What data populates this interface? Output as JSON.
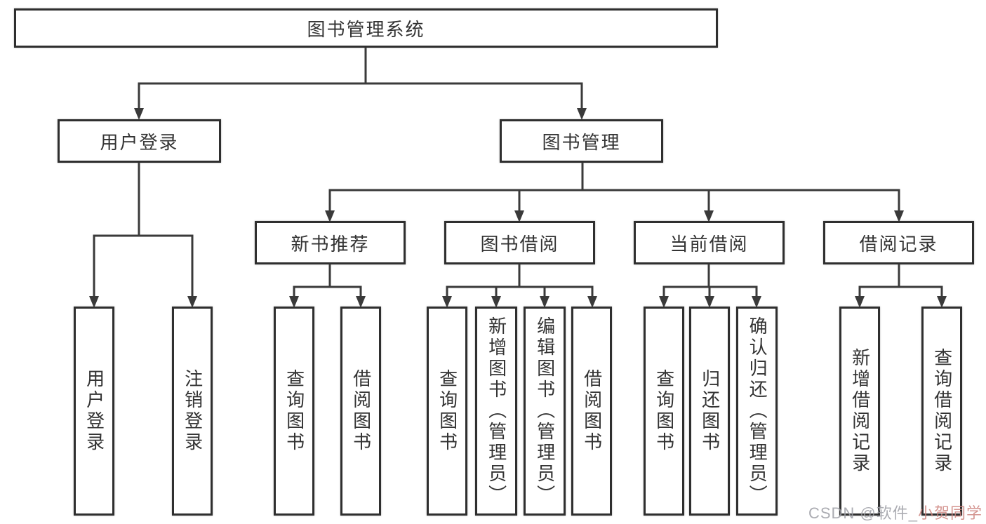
{
  "tree": {
    "root": {
      "label": "图书管理系统"
    },
    "children": [
      {
        "label": "用户登录",
        "children": [
          {
            "label": "用户登录"
          },
          {
            "label": "注销登录"
          }
        ]
      },
      {
        "label": "图书管理",
        "children": [
          {
            "label": "新书推荐",
            "children": [
              {
                "label": "查询图书"
              },
              {
                "label": "借阅图书"
              }
            ]
          },
          {
            "label": "图书借阅",
            "children": [
              {
                "label": "查询图书"
              },
              {
                "label": "新增图书（管理员）"
              },
              {
                "label": "编辑图书（管理员）"
              },
              {
                "label": "借阅图书"
              }
            ]
          },
          {
            "label": "当前借阅",
            "children": [
              {
                "label": "查询图书"
              },
              {
                "label": "归还图书"
              },
              {
                "label": "确认归还（管理员）"
              }
            ]
          },
          {
            "label": "借阅记录",
            "children": [
              {
                "label": "新增借阅记录"
              },
              {
                "label": "查询借阅记录"
              }
            ]
          }
        ]
      }
    ]
  },
  "watermark": {
    "prefix": "CSDN @软件_",
    "suffix": "小贺同学"
  },
  "colors": {
    "line": "#3a3a3a",
    "node_border": "#2f2f2f",
    "text": "#333333",
    "node_bg": "#ffffff",
    "watermark_gray": "#9c9ea5",
    "watermark_red": "#cd827c"
  }
}
